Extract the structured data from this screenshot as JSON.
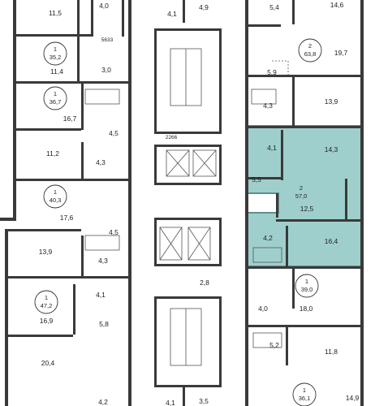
{
  "colors": {
    "highlight_fill": "#9fcfcc",
    "highlight_stroke": "#5f8f8c",
    "wall": "#3a3a3a",
    "background": "#ffffff"
  },
  "apartments": [
    {
      "id": "apt-left-1",
      "rooms": "1",
      "area": "35,2"
    },
    {
      "id": "apt-left-2",
      "rooms": "1",
      "area": "36,7"
    },
    {
      "id": "apt-left-3",
      "rooms": "1",
      "area": "40,3"
    },
    {
      "id": "apt-left-4",
      "rooms": "1",
      "area": "47,2"
    },
    {
      "id": "apt-right-1",
      "rooms": "2",
      "area": "63,8"
    },
    {
      "id": "apt-right-2-selected",
      "rooms": "2",
      "area": "57,0"
    },
    {
      "id": "apt-right-3",
      "rooms": "1",
      "area": "39,0"
    },
    {
      "id": "apt-right-4",
      "rooms": "1",
      "area": "36,1"
    }
  ],
  "room_areas": {
    "l_11_5": "11,5",
    "l_4_0": "4,0",
    "l_5633": "5633",
    "l_11_4": "11,4",
    "l_3_0": "3,0",
    "l_16_7": "16,7",
    "l_4_5a": "4,5",
    "l_11_2": "11,2",
    "l_4_3a": "4,3",
    "l_17_6": "17,6",
    "l_4_5b": "4,5",
    "l_13_9": "13,9",
    "l_4_3b": "4,3",
    "l_4_1": "4,1",
    "l_16_9": "16,9",
    "l_5_8": "5,8",
    "l_20_4": "20,4",
    "l_4_2": "4,2",
    "c_4_1": "4,1",
    "c_4_9": "4,9",
    "c_2266": "2266",
    "c_2_8": "2,8",
    "c_4_1b": "4,1",
    "c_3_5": "3,5",
    "r_5_4": "5,4",
    "r_14_6": "14,6",
    "r_19_7": "19,7",
    "r_5_9": "5,9",
    "r_4_3": "4,3",
    "r_13_9": "13,9",
    "r_4_1": "4,1",
    "r_14_3": "14,3",
    "r_5_5": "5,5",
    "r_12_5": "12,5",
    "r_4_2": "4,2",
    "r_16_4": "16,4",
    "r_4_0": "4,0",
    "r_18_0": "18,0",
    "r_5_2": "5,2",
    "r_11_8": "11,8",
    "r_14_9": "14,9"
  }
}
